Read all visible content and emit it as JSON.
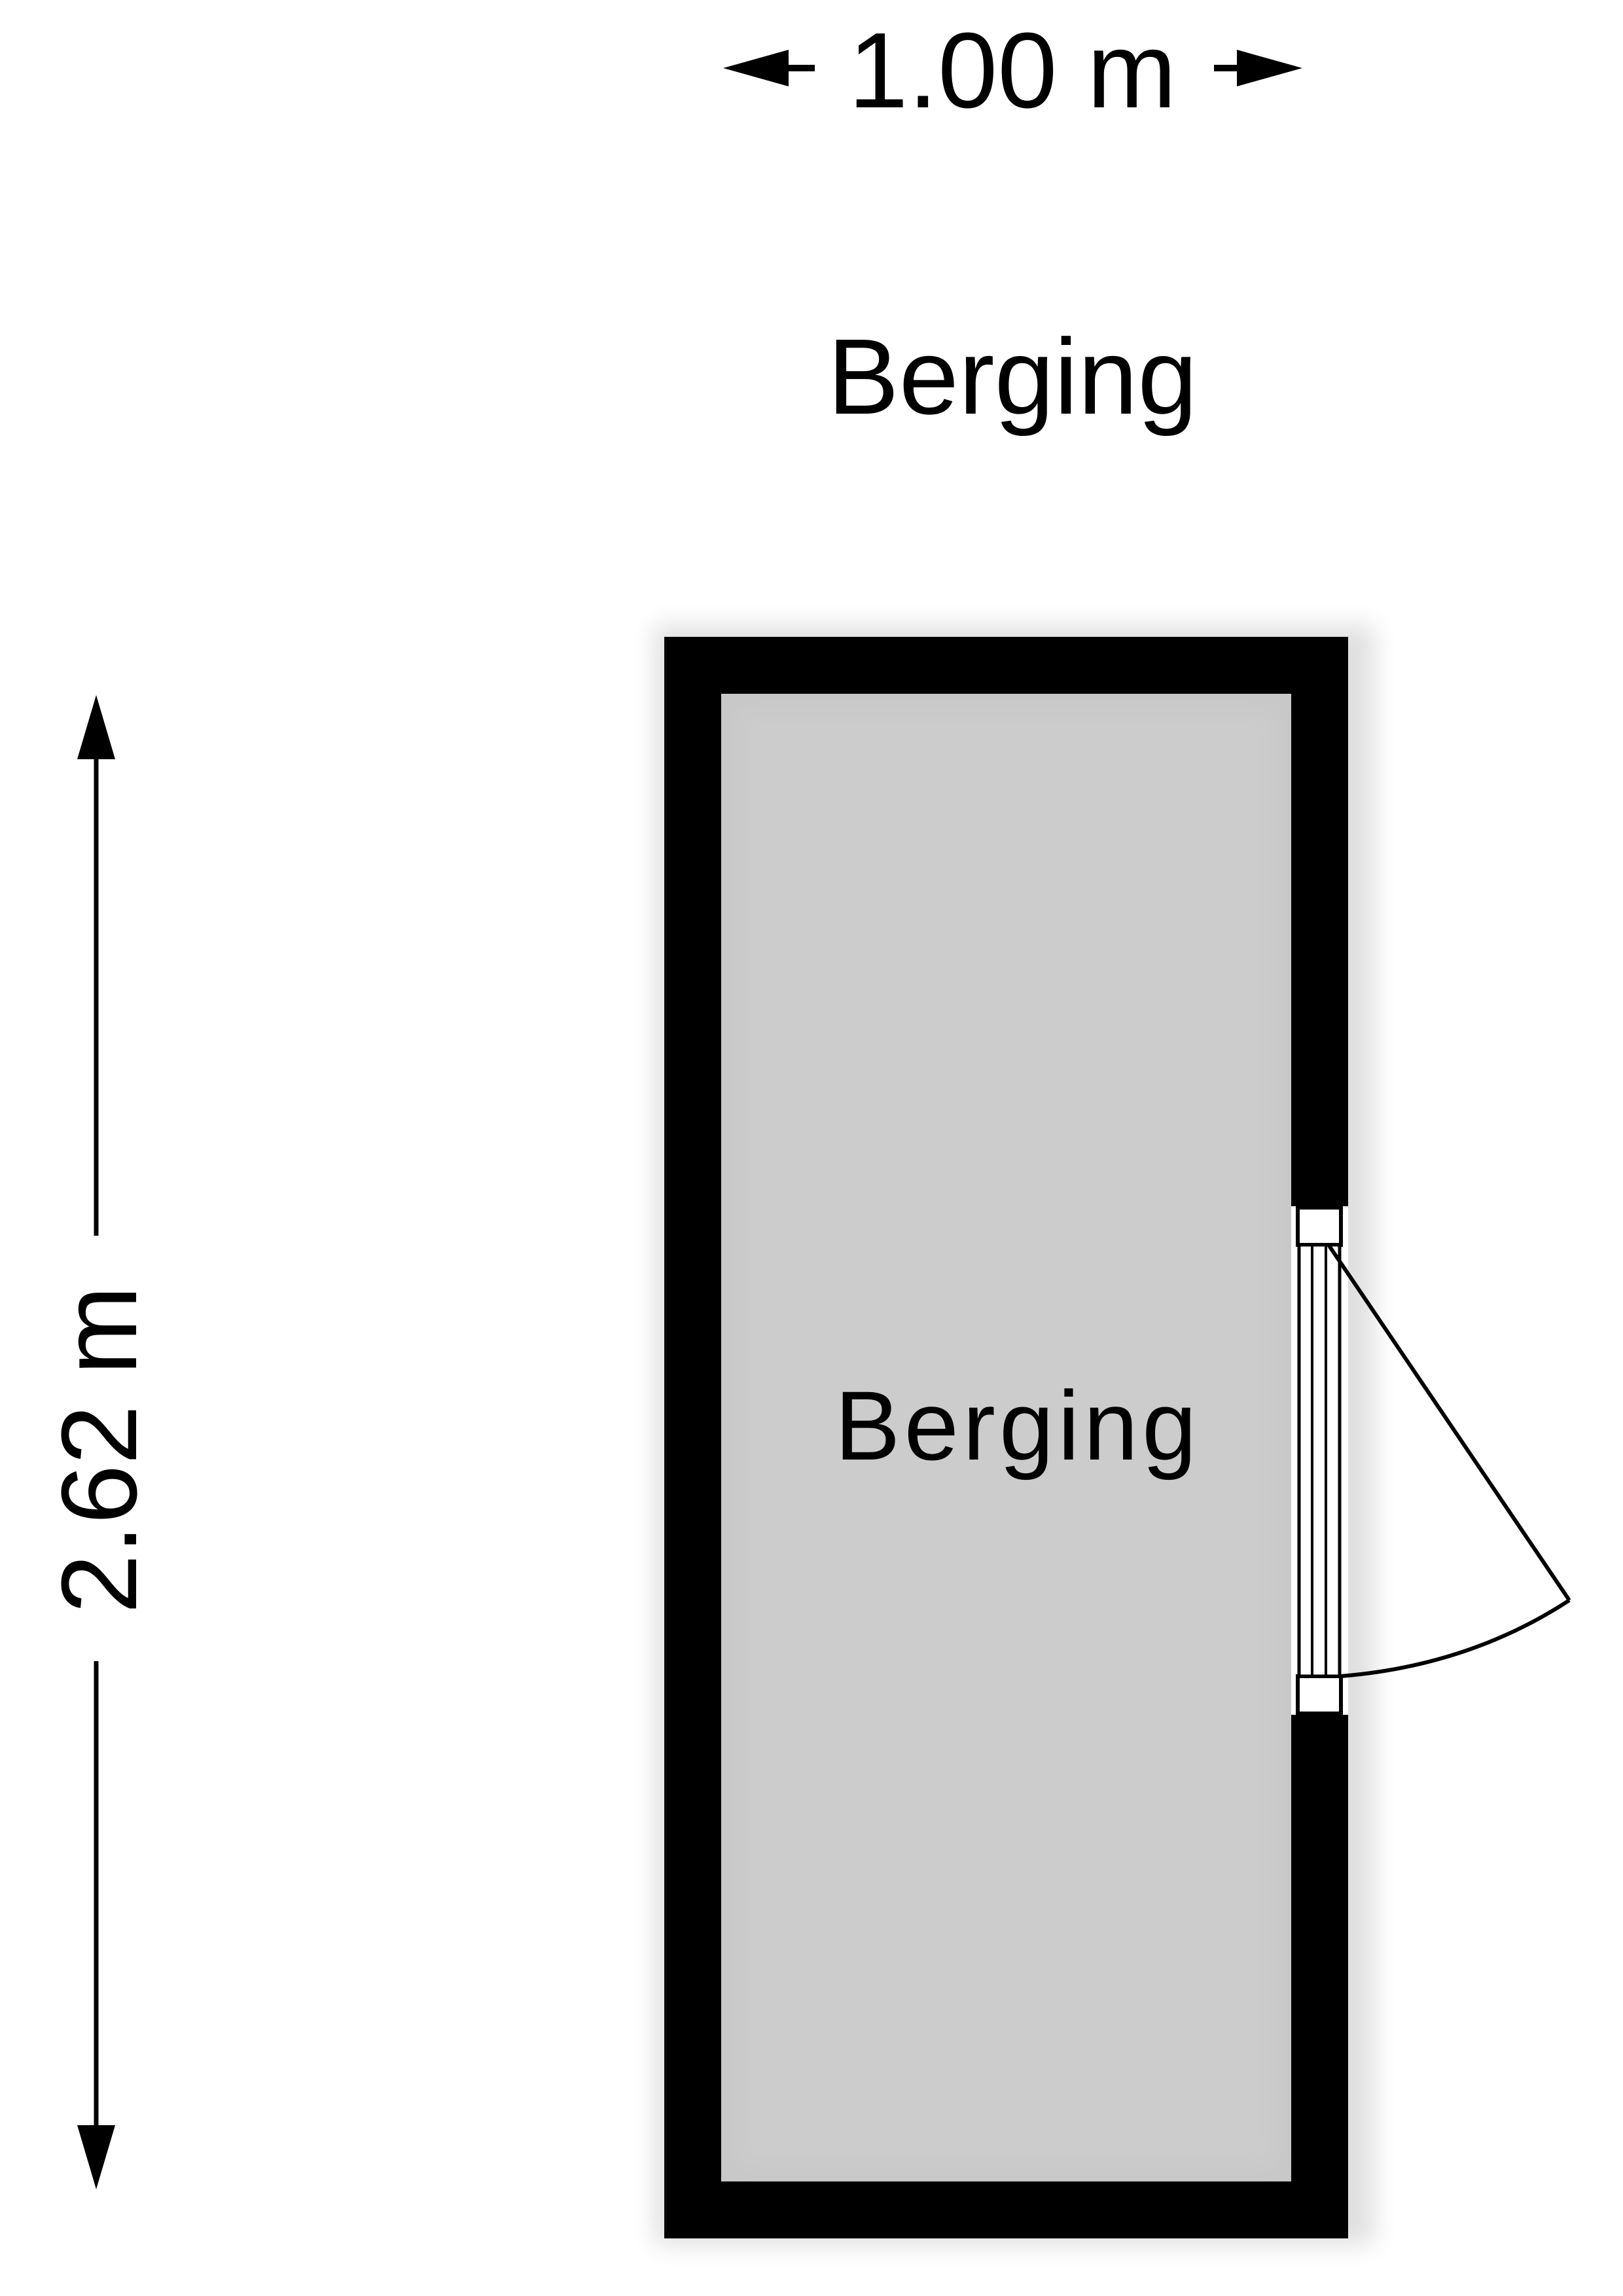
{
  "plan": {
    "title": "Berging",
    "room_label": "Berging",
    "width_dimension": "1.00 m",
    "height_dimension": "2.62 m"
  },
  "colors": {
    "wall": "#000000",
    "floor": "#cccccc",
    "background": "#ffffff",
    "line": "#000000"
  }
}
